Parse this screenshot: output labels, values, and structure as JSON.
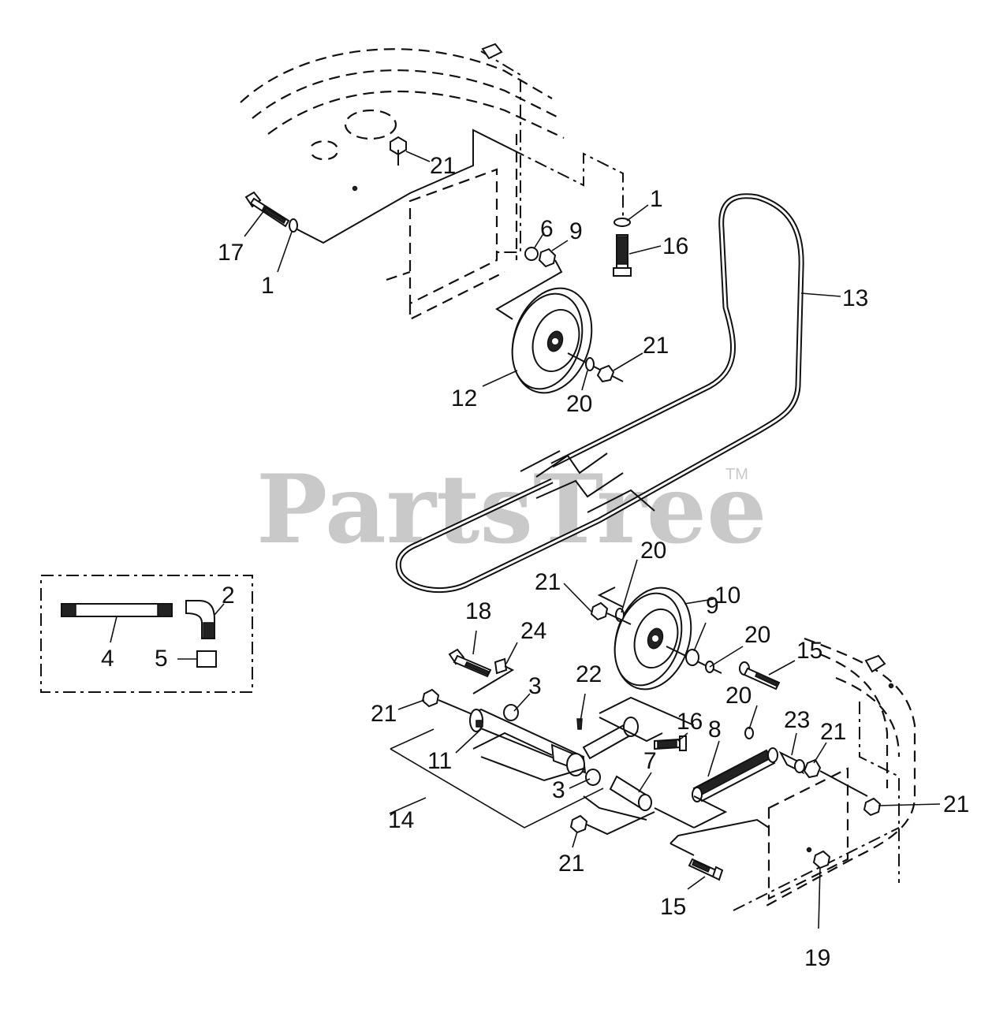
{
  "watermark": {
    "text": "PartsTree",
    "tm": "TM"
  },
  "callouts": [
    {
      "label": "21"
    },
    {
      "label": "1"
    },
    {
      "label": "16"
    },
    {
      "label": "17"
    },
    {
      "label": "1"
    },
    {
      "label": "6"
    },
    {
      "label": "9"
    },
    {
      "label": "13"
    },
    {
      "label": "21"
    },
    {
      "label": "12"
    },
    {
      "label": "20"
    },
    {
      "label": "20"
    },
    {
      "label": "21"
    },
    {
      "label": "10"
    },
    {
      "label": "2"
    },
    {
      "label": "4"
    },
    {
      "label": "5"
    },
    {
      "label": "18"
    },
    {
      "label": "24"
    },
    {
      "label": "9"
    },
    {
      "label": "20"
    },
    {
      "label": "15"
    },
    {
      "label": "22"
    },
    {
      "label": "3"
    },
    {
      "label": "21"
    },
    {
      "label": "16"
    },
    {
      "label": "8"
    },
    {
      "label": "20"
    },
    {
      "label": "23"
    },
    {
      "label": "21"
    },
    {
      "label": "11"
    },
    {
      "label": "3"
    },
    {
      "label": "7"
    },
    {
      "label": "21"
    },
    {
      "label": "14"
    },
    {
      "label": "21"
    },
    {
      "label": "15"
    },
    {
      "label": "19"
    }
  ]
}
